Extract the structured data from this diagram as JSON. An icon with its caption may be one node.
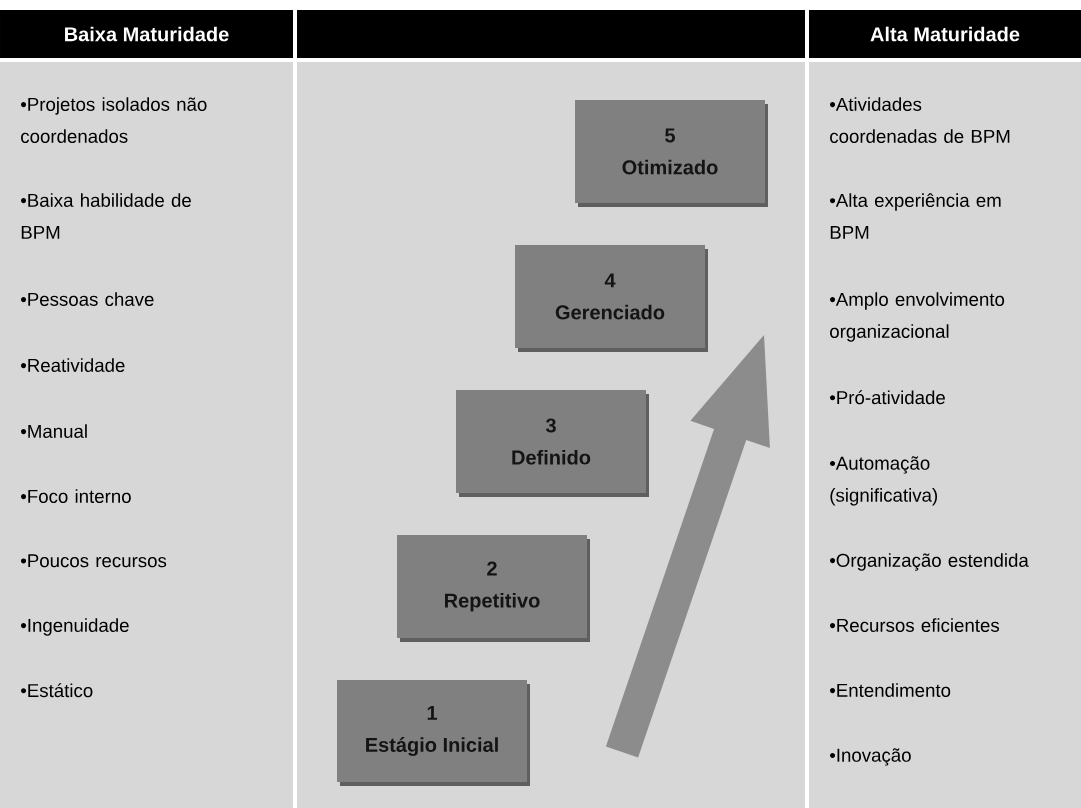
{
  "diagram": {
    "nodes": [
      {
        "text": [
          "Baixa Maturidade"
        ]
      },
      {
        "text": [],
        "shape": "box"
      },
      {
        "text": [
          "Alta Maturidade"
        ]
      },
      {
        "text": [
          "•Projetos isolados não coordenados",
          "•Baixa habilidade de BPM",
          "•Pessoas chave",
          "•Reatividade",
          "•Manual",
          "•Foco interno",
          "•Poucos recursos",
          "•Ingenuidade",
          "•Estático"
        ]
      },
      {
        "text": [],
        "shape": "box"
      },
      {
        "text": [
          "1",
          "Estágio Inicial"
        ],
        "in": 4
      },
      {
        "text": [
          "2",
          "Repetitivo"
        ],
        "in": 4
      },
      {
        "text": [
          "3",
          "Definido"
        ],
        "in": 4
      },
      {
        "text": [
          "4",
          "Gerenciado"
        ],
        "in": 4
      },
      {
        "text": [
          "5",
          "Otimizado"
        ],
        "in": 4
      },
      {
        "text": [
          "•Atividades coordenadas de BPM",
          "•Alta experiência em BPM",
          "•Amplo envolvimento organizacional",
          "•Pró-atividade",
          "•Automação (significativa)",
          "•Organização estendida",
          "•Recursos eficientes",
          "•Entendimento",
          "•Inovação"
        ]
      }
    ]
  }
}
